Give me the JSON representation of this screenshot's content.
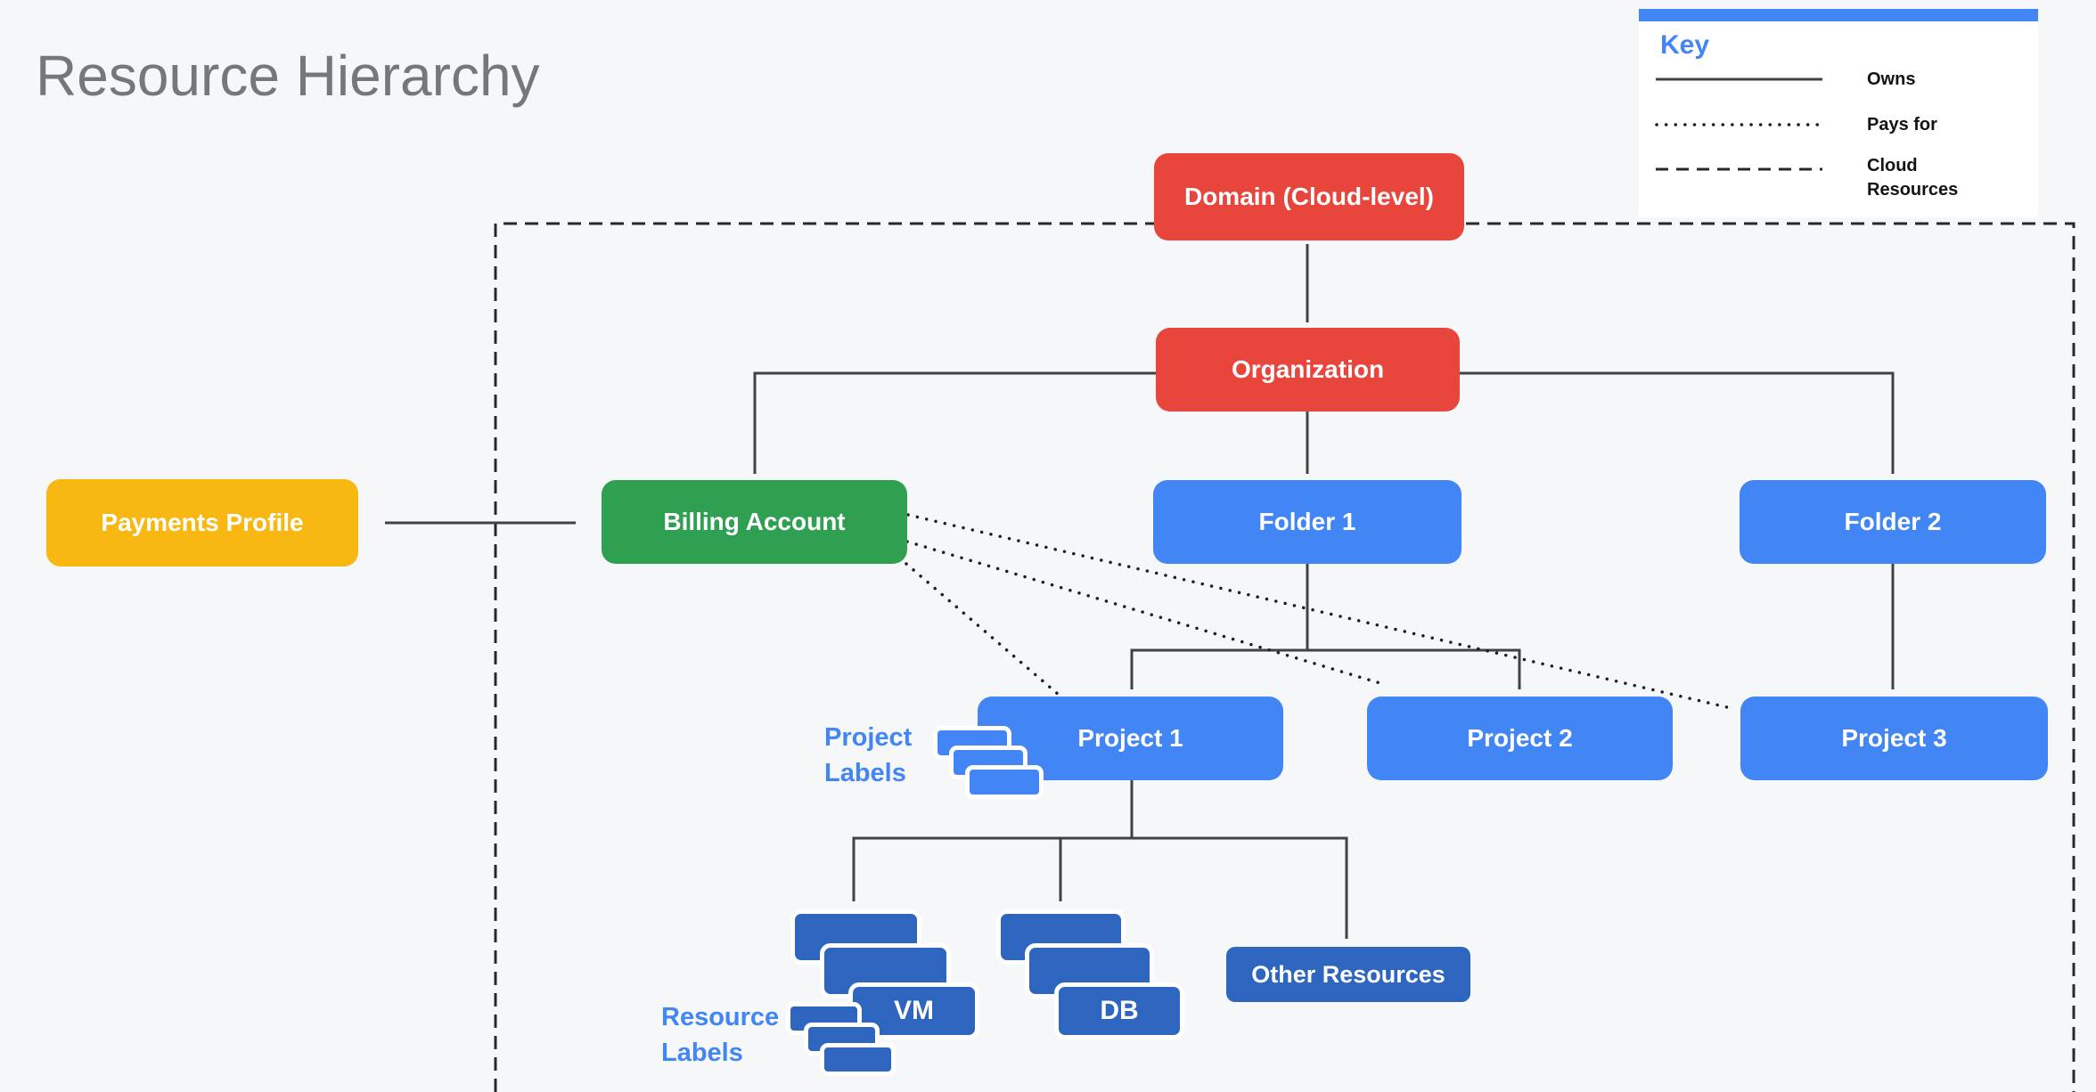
{
  "title": "Resource Hierarchy",
  "legend": {
    "title": "Key",
    "items": [
      {
        "style": "solid",
        "label": "Owns"
      },
      {
        "style": "dotted",
        "label": "Pays for"
      },
      {
        "style": "dashed",
        "label": "Cloud\nResources"
      }
    ]
  },
  "nodes": {
    "domain": {
      "label": "Domain (Cloud-level)",
      "color": "#e8463d"
    },
    "organization": {
      "label": "Organization",
      "color": "#e8463d"
    },
    "payments_profile": {
      "label": "Payments Profile",
      "color": "#f9b711"
    },
    "billing_account": {
      "label": "Billing Account",
      "color": "#2fa052"
    },
    "folder1": {
      "label": "Folder 1",
      "color": "#4285f4"
    },
    "folder2": {
      "label": "Folder 2",
      "color": "#4285f4"
    },
    "project1": {
      "label": "Project 1",
      "color": "#4285f4"
    },
    "project2": {
      "label": "Project 2",
      "color": "#4285f4"
    },
    "project3": {
      "label": "Project 3",
      "color": "#4285f4"
    },
    "vm": {
      "label": "VM",
      "color": "#2e66bf"
    },
    "db": {
      "label": "DB",
      "color": "#2e66bf"
    },
    "other_resources": {
      "label": "Other Resources",
      "color": "#2e66bf"
    }
  },
  "annotations": {
    "project_labels": "Project\nLabels",
    "resource_labels": "Resource\nLabels"
  },
  "colors": {
    "background": "#f6f7f9",
    "title_text": "#75787b",
    "accent_blue": "#4285f4",
    "node_red": "#e8463d",
    "node_green": "#2fa052",
    "node_yellow": "#f9b711",
    "node_blue": "#4285f4",
    "node_dark_blue": "#2e66bf",
    "connector": "#3f4347",
    "boundary_dash": "#26282b",
    "tag_project": "#4285f4",
    "tag_resource": "#2e66bf"
  }
}
